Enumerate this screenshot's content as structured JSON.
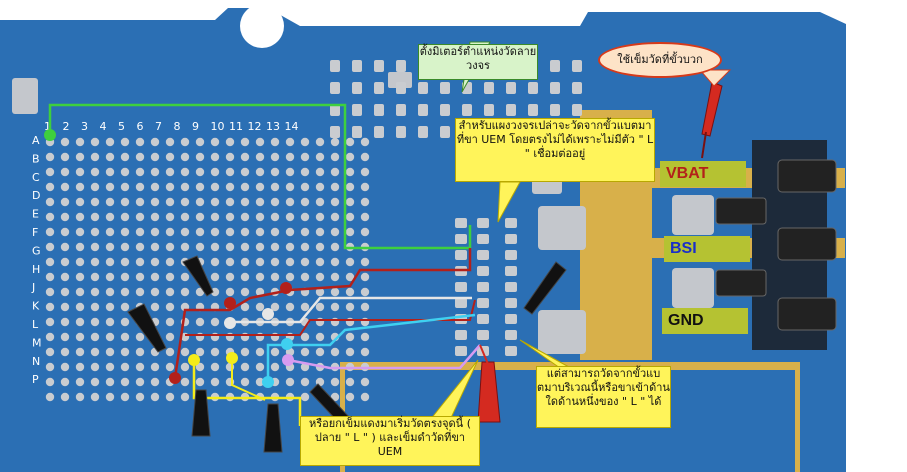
{
  "grid": {
    "columns": [
      "1",
      "2",
      "3",
      "4",
      "5",
      "6",
      "7",
      "8",
      "9",
      "10",
      "11",
      "12",
      "13",
      "14"
    ],
    "rows": [
      "A",
      "B",
      "C",
      "D",
      "E",
      "F",
      "G",
      "H",
      "J",
      "K",
      "L",
      "M",
      "N",
      "P"
    ]
  },
  "battery_pins": {
    "vbat": "VBAT",
    "bsi": "BSI",
    "gnd": "GND"
  },
  "callouts": {
    "meter_position": "ตั้งมิเตอร์ตำแหน่งวัดลายวงจร",
    "positive_probe": "ใช้เข็มวัดที่ขั้วบวก",
    "bare_board": "สำหรับแผงวงจรเปล่าจะวัดจากขั้วแบตมาที่ขา UEM โดยตรงไม่ได้เพราะไม่มีตัว \" L \" เชื่อมต่ออยู่",
    "measure_battery_area": "แต่สามารถวัดจากขั้วแบตมาบริเวณนี้หรือขาเข้าด้านใดด้านหนึ่งของ \" L \" ได้",
    "move_red_probe": "หรือยกเข็มแดงมาเริ่มวัดตรงจุดนี้ ( ปลาย \" L \" ) และเข็มดำวัดที่ขา UEM"
  },
  "colors": {
    "board": "#2b6fb4",
    "copper": "#d8b04a",
    "green_trace": "#3ecf3e",
    "red_trace": "#b3201a",
    "white_trace": "#e6e6e6",
    "cyan_trace": "#3fd0f0",
    "yellow_trace": "#f4ec1a",
    "purple_trace": "#d79bf0",
    "pin_label_bg": "#b5c232",
    "vbat_text": "#b3201a",
    "bsi_text": "#1a2fc9",
    "gnd_text": "#111111"
  }
}
